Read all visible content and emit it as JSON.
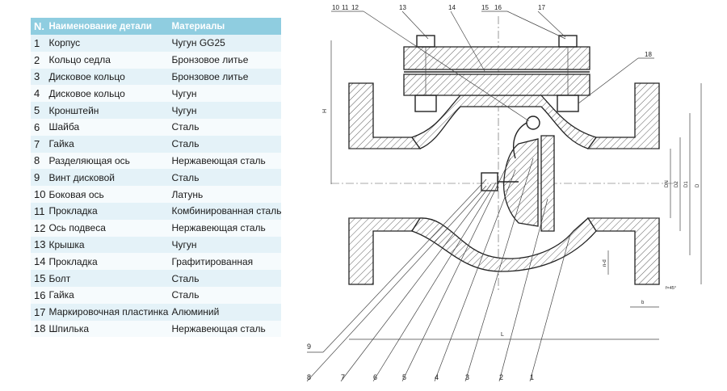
{
  "table": {
    "headers": [
      "N.",
      "Наименование детали",
      "Материалы"
    ],
    "rows": [
      {
        "n": "1",
        "name": "Корпус",
        "material": "Чугун GG25"
      },
      {
        "n": "2",
        "name": "Кольцо седла",
        "material": "Бронзовое литье"
      },
      {
        "n": "3",
        "name": "Дисковое кольцо",
        "material": "Бронзовое литье"
      },
      {
        "n": "4",
        "name": "Дисковое кольцо",
        "material": "Чугун"
      },
      {
        "n": "5",
        "name": "Кронштейн",
        "material": "Чугун"
      },
      {
        "n": "6",
        "name": "Шайба",
        "material": "Сталь"
      },
      {
        "n": "7",
        "name": "Гайка",
        "material": "Сталь"
      },
      {
        "n": "8",
        "name": "Разделяющая ось",
        "material": "Нержавеющая сталь"
      },
      {
        "n": "9",
        "name": "Винт дисковой",
        "material": "Сталь"
      },
      {
        "n": "10",
        "name": "Боковая ось",
        "material": "Латунь"
      },
      {
        "n": "11",
        "name": "Прокладка",
        "material": "Комбинированная сталь"
      },
      {
        "n": "12",
        "name": "Ось подвеса",
        "material": "Нержавеющая сталь"
      },
      {
        "n": "13",
        "name": "Крышка",
        "material": "Чугун"
      },
      {
        "n": "14",
        "name": "Прокладка",
        "material": "Графитированная"
      },
      {
        "n": "15",
        "name": "Болт",
        "material": "Сталь"
      },
      {
        "n": "16",
        "name": "Гайка",
        "material": "Сталь"
      },
      {
        "n": "17",
        "name": "Маркировочная пластинка",
        "material": "Алюминий"
      },
      {
        "n": "18",
        "name": "Шпилька",
        "material": "Нержавеющая сталь"
      }
    ]
  },
  "drawing": {
    "top_callouts": [
      "10",
      "11",
      "12",
      "13",
      "14",
      "15",
      "16",
      "17"
    ],
    "right_callout": "18",
    "bottom_callouts": [
      "9",
      "8",
      "7",
      "6",
      "5",
      "4",
      "3",
      "2",
      "1"
    ],
    "dimensions": {
      "height": "H",
      "length": "L",
      "dn": "DN",
      "d2": "D2",
      "d1": "D1",
      "d": "D",
      "flange_thickness": "b",
      "bolt_holes": "n-d",
      "chamfer": "f×45°"
    }
  }
}
